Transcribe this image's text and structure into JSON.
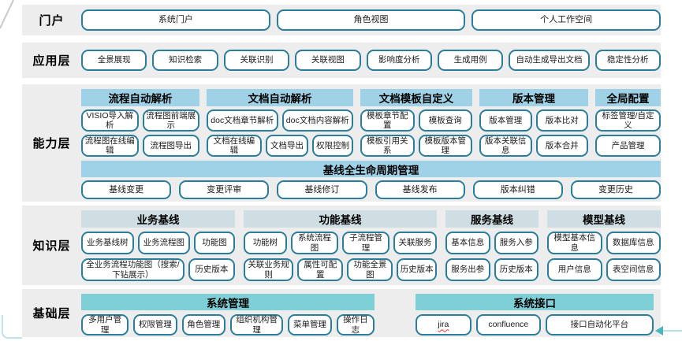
{
  "portal": {
    "label": "门户",
    "items": [
      "系统门户",
      "角色视图",
      "个人工作空间"
    ]
  },
  "application": {
    "label": "应用层",
    "items": [
      "全景展现",
      "知识检索",
      "关联识别",
      "关联视图",
      "影响度分析",
      "生成用例",
      "自动生成导出文档",
      "稳定性分析"
    ]
  },
  "capability": {
    "label": "能力层",
    "groups": [
      {
        "title": "流程自动解析",
        "rows": [
          [
            "VISIO导入解析",
            "流程图前端展示"
          ],
          [
            "流程图在线编辑",
            "流程图导出"
          ]
        ]
      },
      {
        "title": "文档自动解析",
        "rows": [
          [
            "doc文档章节解析",
            "doc文档内容解析"
          ],
          [
            "文档在线编辑",
            "文档导出",
            "权限控制"
          ]
        ]
      },
      {
        "title": "文档模板自定义",
        "rows": [
          [
            "模板章节配置",
            "模板查询"
          ],
          [
            "模板引用关系",
            "模板版本管理"
          ]
        ]
      },
      {
        "title": "版本管理",
        "rows": [
          [
            "版本管理",
            "版本比对"
          ],
          [
            "版本关联信息",
            "版本合并"
          ]
        ]
      },
      {
        "title": "全局配置",
        "rows": [
          [
            "标签管理/自定义"
          ],
          [
            "产品管理"
          ]
        ]
      }
    ],
    "baseline": {
      "title": "基线全生命周期管理",
      "items": [
        "基线变更",
        "变更评审",
        "基线修订",
        "基线发布",
        "版本纠错",
        "变更历史"
      ]
    }
  },
  "knowledge": {
    "label": "知识层",
    "groups": [
      {
        "title": "业务基线",
        "rows": [
          [
            "业务基线树",
            "业务流程图",
            "功能图"
          ],
          [
            "全业务流程功能图（搜索/下钻展示）",
            "历史版本"
          ]
        ]
      },
      {
        "title": "功能基线",
        "rows": [
          [
            "功能树",
            "系统流程图",
            "子流程管理",
            "关联服务"
          ],
          [
            "关联业务规则",
            "属性可配置",
            "功能全景图",
            "历史版本"
          ]
        ]
      },
      {
        "title": "服务基线",
        "rows": [
          [
            "基本信息",
            "服务入参"
          ],
          [
            "服务出参",
            "历史版本"
          ]
        ]
      },
      {
        "title": "模型基线",
        "rows": [
          [
            "模型基本信息",
            "数据库信息"
          ],
          [
            "用户信息",
            "表空间信息"
          ]
        ]
      }
    ]
  },
  "foundation": {
    "label": "基础层",
    "groups": [
      {
        "title": "系统管理",
        "items": [
          "多用户管理",
          "权限管理",
          "角色管理",
          "组织机构管理",
          "菜单管理",
          "操作日志"
        ]
      },
      {
        "title": "系统接口",
        "items": [
          "jira",
          "confluence",
          "接口自动化平台"
        ]
      }
    ]
  },
  "colors": {
    "band_background": "#ededed",
    "capability_header_blue": "#9fd2e6",
    "knowledge_header_gray": "#cedee3",
    "foundation_header_teal": "#7ed0d6",
    "node_border": "#2a7d9b",
    "arrow_teal": "#49b6bc",
    "misspell_underline_red": "#e03131"
  }
}
